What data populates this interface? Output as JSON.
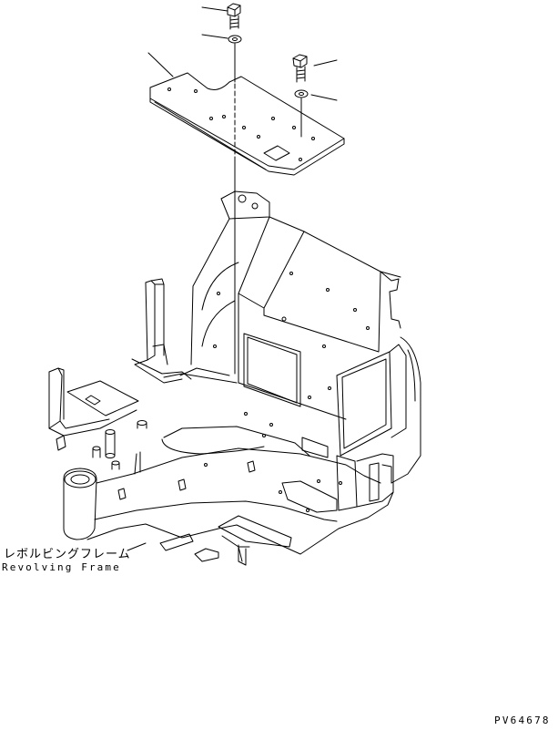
{
  "labels": {
    "part_name_jp": "レボルビングフレーム",
    "part_name_en": "Revolving Frame",
    "drawing_code": "PV64678"
  },
  "colors": {
    "line": "#000000",
    "background": "#ffffff"
  }
}
